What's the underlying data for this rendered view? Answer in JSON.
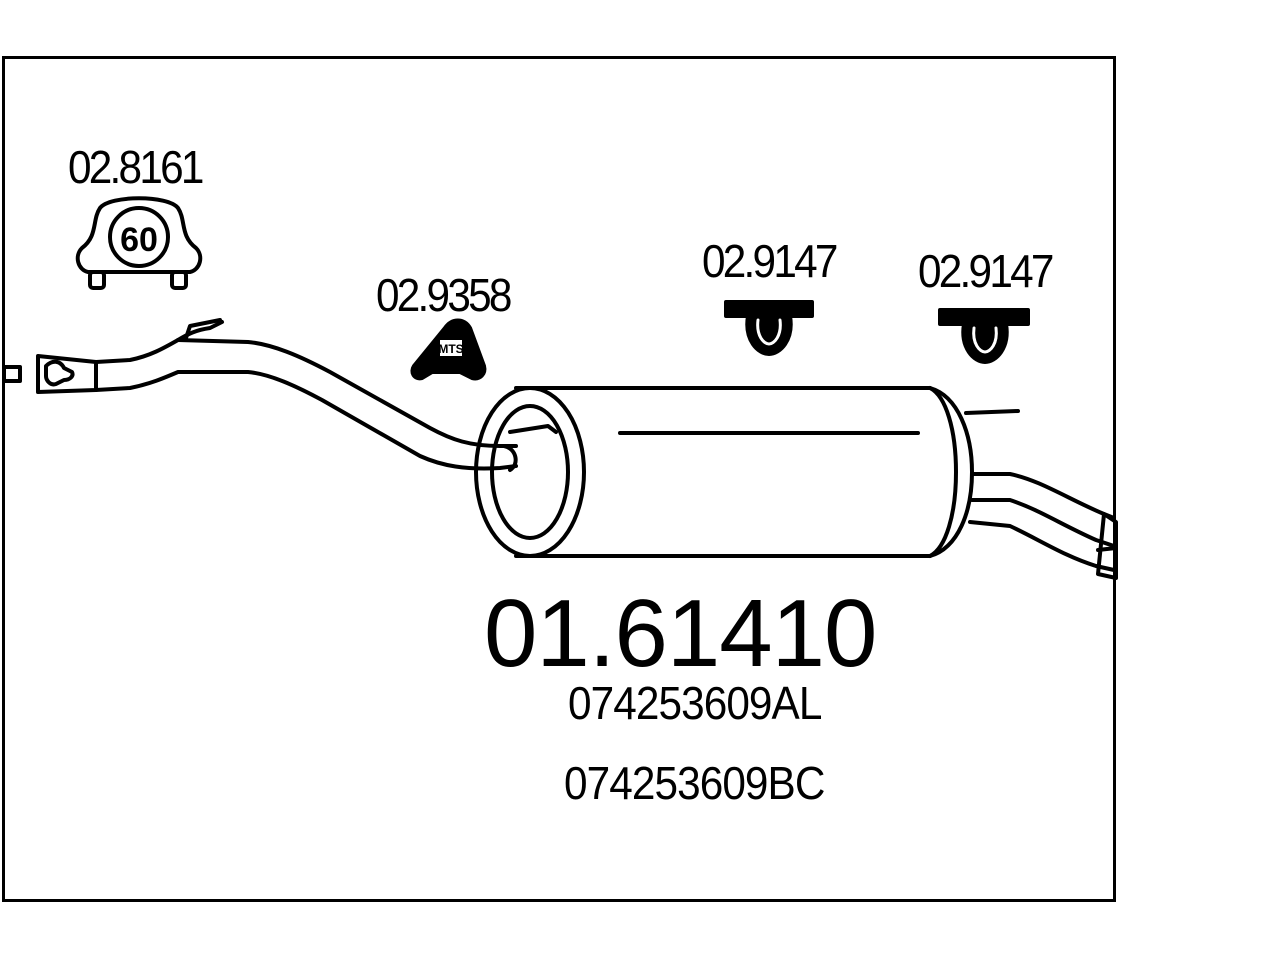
{
  "diagram": {
    "main_part_number": "01.61410",
    "oe_numbers": [
      "074253609AL",
      "074253609BC"
    ],
    "accessories": [
      {
        "code": "02.8161",
        "type": "clamp",
        "clamp_size": "60"
      },
      {
        "code": "02.9358",
        "type": "rubber-mount",
        "mount_text": "MTS"
      },
      {
        "code": "02.9147",
        "type": "hanger"
      },
      {
        "code": "02.9147",
        "type": "hanger"
      }
    ]
  }
}
